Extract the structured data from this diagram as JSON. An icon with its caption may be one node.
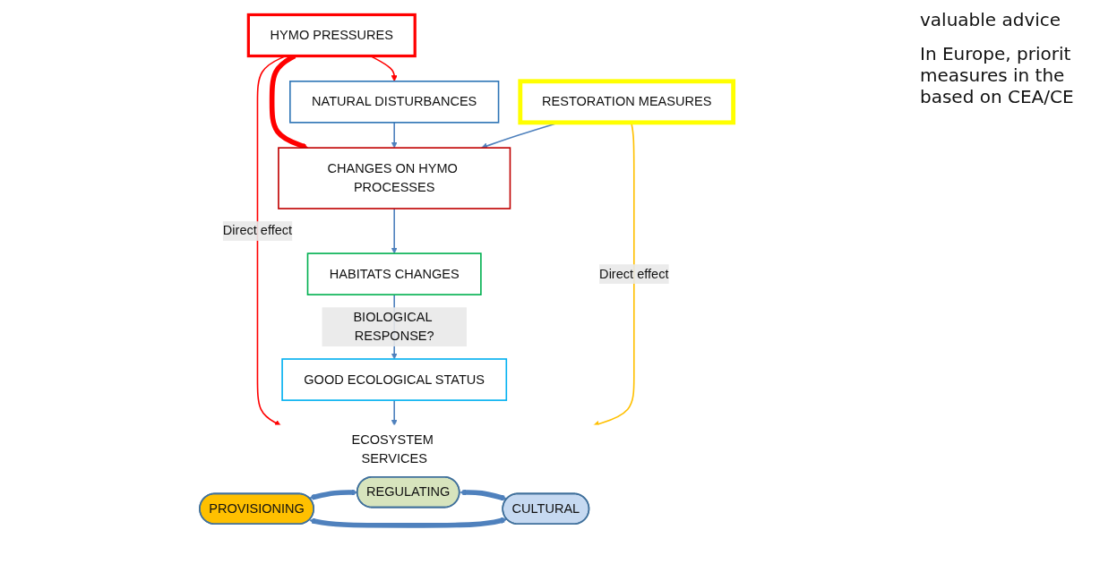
{
  "diagram": {
    "nodes": [
      {
        "text": [
          "HYMO PRESSURES"
        ]
      },
      {
        "text": [
          "NATURAL DISTURBANCES"
        ]
      },
      {
        "text": [
          "RESTORATION MEASURES"
        ]
      },
      {
        "text": [
          "CHANGES ON HYMO PROCESSES"
        ]
      },
      {
        "text": [
          "HABITATS CHANGES"
        ]
      },
      {
        "text": [
          "GOOD ECOLOGICAL STATUS"
        ]
      },
      {
        "text": [
          "ECOSYSTEM SERVICES"
        ]
      },
      {
        "text": [
          "REGULATING"
        ],
        "in": 6
      },
      {
        "text": [
          "PROVISIONING"
        ],
        "in": 6
      },
      {
        "text": [
          "CULTURAL"
        ],
        "in": 6
      }
    ],
    "edges": [
      {
        "from": 0,
        "to": 6,
        "arrow": "to",
        "label": "Direct effect",
        "color": "#ff0000"
      },
      {
        "from": 0,
        "to": 3,
        "arrow": "to",
        "style": "thick",
        "color": "#ff0000"
      },
      {
        "from": 0,
        "to": 1,
        "arrow": "to",
        "color": "#ff0000"
      },
      {
        "from": 1,
        "to": 3,
        "arrow": "to"
      },
      {
        "from": 2,
        "to": 3,
        "arrow": "to"
      },
      {
        "from": 3,
        "to": 4,
        "arrow": "to"
      },
      {
        "from": 4,
        "to": 5,
        "arrow": "to",
        "label": "BIOLOGICAL RESPONSE?"
      },
      {
        "from": 5,
        "to": 6,
        "arrow": "to"
      },
      {
        "from": 2,
        "to": 6,
        "arrow": "to",
        "label": "Direct effect",
        "color": "#ffc000"
      },
      {
        "from": 8,
        "to": 7,
        "arrow": "both",
        "style": "thick"
      },
      {
        "from": 7,
        "to": 9,
        "arrow": "both",
        "style": "thick"
      },
      {
        "from": 8,
        "to": 9,
        "arrow": "both",
        "style": "thick"
      }
    ],
    "labels": [
      "valuable advice",
      "In Europe, priorit measures in the based on CEA/CE"
    ]
  }
}
